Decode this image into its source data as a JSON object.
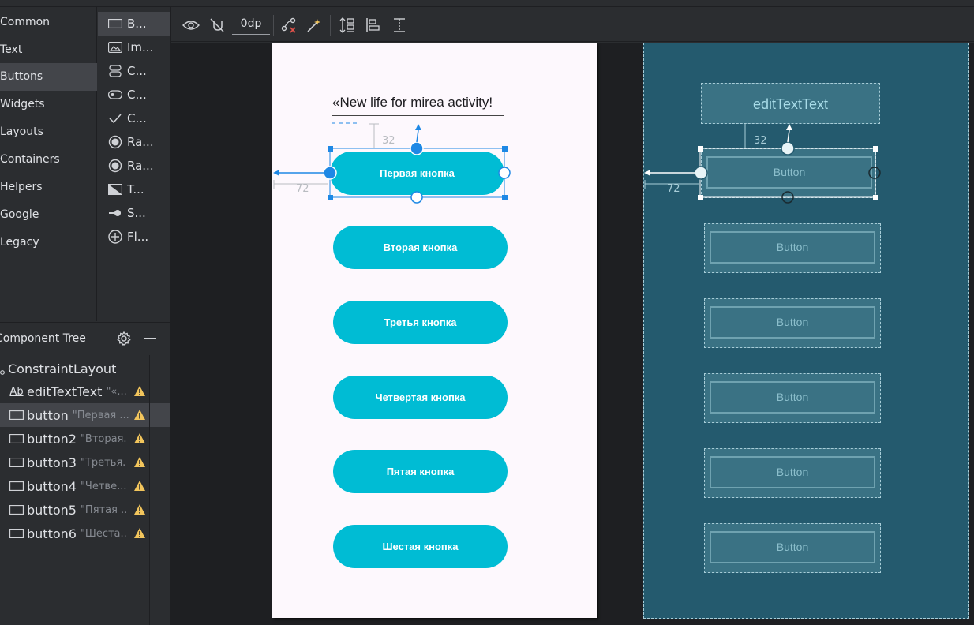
{
  "palette": {
    "categories": [
      "Common",
      "Text",
      "Buttons",
      "Widgets",
      "Layouts",
      "Containers",
      "Helpers",
      "Google",
      "Legacy"
    ],
    "selected_category": "Buttons",
    "items": [
      {
        "label": "B...",
        "icon": "button-icon"
      },
      {
        "label": "Im...",
        "icon": "image-button-icon"
      },
      {
        "label": "C...",
        "icon": "chip-group-icon"
      },
      {
        "label": "C...",
        "icon": "chip-icon"
      },
      {
        "label": "C...",
        "icon": "checkbox-icon"
      },
      {
        "label": "Ra...",
        "icon": "radio-group-icon"
      },
      {
        "label": "Ra...",
        "icon": "radio-button-icon"
      },
      {
        "label": "T...",
        "icon": "toggle-button-icon"
      },
      {
        "label": "S...",
        "icon": "switch-icon"
      },
      {
        "label": "Fl...",
        "icon": "fab-icon"
      }
    ]
  },
  "toolbar": {
    "margin_value": "0dp"
  },
  "component_tree": {
    "title": "Component Tree",
    "root": "ConstraintLayout",
    "rows": [
      {
        "icon_text": "Ab",
        "name": "editTextText",
        "value": "\"«..."
      },
      {
        "icon_text": "",
        "name": "button",
        "value": "\"Первая ..."
      },
      {
        "icon_text": "",
        "name": "button2",
        "value": "\"Вторая..."
      },
      {
        "icon_text": "",
        "name": "button3",
        "value": "\"Третья..."
      },
      {
        "icon_text": "",
        "name": "button4",
        "value": "\"Четве..."
      },
      {
        "icon_text": "",
        "name": "button5",
        "value": "\"Пятая ..."
      },
      {
        "icon_text": "",
        "name": "button6",
        "value": "\"Шеста..."
      }
    ]
  },
  "design": {
    "edit_text": "«New life for mirea activity!",
    "buttons": [
      "Первая кнопка",
      "Вторая кнопка",
      "Третья кнопка",
      "Четвертая кнопка",
      "Пятая кнопка",
      "Шестая кнопка"
    ],
    "dim_top": "32",
    "dim_left": "72"
  },
  "blueprint": {
    "edit_text": "editTextText",
    "button_label": "Button",
    "dim_top": "32",
    "dim_left": "72"
  },
  "colors": {
    "button_fill": "#00bcd4",
    "selection": "#1e88e5",
    "blueprint_bg": "#245a6e",
    "warning": "#f2c55c"
  }
}
